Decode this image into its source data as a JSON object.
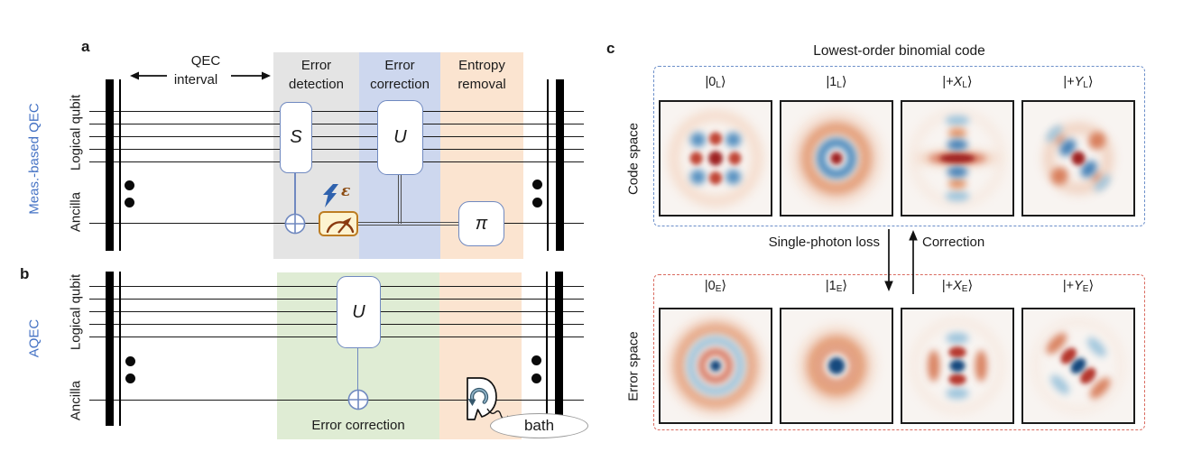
{
  "figure": {
    "panel_a": {
      "label": "a",
      "side_label": "Meas.-based QEC",
      "logical_label": "Logical qubit",
      "ancilla_label": "Ancilla",
      "interval_line1": "QEC",
      "interval_line2": "interval",
      "phase1_line1": "Error",
      "phase1_line2": "detection",
      "phase2_line1": "Error",
      "phase2_line2": "correction",
      "phase3_line1": "Entropy",
      "phase3_line2": "removal",
      "gate_s": "S",
      "gate_u": "U",
      "gate_pi": "π",
      "error_symbol": "ε"
    },
    "panel_b": {
      "label": "b",
      "side_label": "AQEC",
      "logical_label": "Logical qubit",
      "ancilla_label": "Ancilla",
      "gate_u": "U",
      "phase_label": "Error correction",
      "bath_label": "bath"
    },
    "panel_c": {
      "label": "c",
      "title": "Lowest-order binomial code",
      "code_space_label": "Code space",
      "error_space_label": "Error space",
      "loss_label": "Single-photon loss",
      "correction_label": "Correction",
      "code_states": [
        {
          "open": "|",
          "state": "0",
          "sub": "L",
          "close": "⟩",
          "pattern": "red peak grid with blue corner lobes and faint orange halo"
        },
        {
          "open": "|",
          "state": "1",
          "sub": "L",
          "close": "⟩",
          "pattern": "red center dot, blue ring, orange outer ring"
        },
        {
          "open": "|+",
          "state": "X",
          "sub": "L",
          "close": "⟩",
          "pattern": "horizontal red ridge with alternating blue/red lobes above and below"
        },
        {
          "open": "|+",
          "state": "Y",
          "sub": "L",
          "close": "⟩",
          "pattern": "same interference pattern rotated 45 degrees"
        }
      ],
      "error_states": [
        {
          "open": "|",
          "state": "0",
          "sub": "E",
          "close": "⟩",
          "pattern": "blue center dot with red, light-blue and orange concentric rings"
        },
        {
          "open": "|",
          "state": "1",
          "sub": "E",
          "close": "⟩",
          "pattern": "blue center blob with orange ring"
        },
        {
          "open": "|+",
          "state": "X",
          "sub": "E",
          "close": "⟩",
          "pattern": "vertical alternating red/blue lobes with red side crescents"
        },
        {
          "open": "|+",
          "state": "Y",
          "sub": "E",
          "close": "⟩",
          "pattern": "same pattern rotated 45 degrees"
        }
      ]
    },
    "colors": {
      "accent_blue": "#4472c4",
      "gate_border": "#7089c0",
      "region_gray": "#e4e4e4",
      "region_blue": "#cdd7ee",
      "region_orange": "#fbe4d0",
      "region_green": "#dfecd4",
      "meas_fill": "#fdf3d0",
      "meas_border": "#bd7d22",
      "code_box_border": "#6b8ec9",
      "error_box_border": "#d96a5f",
      "wigner_red": "#a62a28",
      "wigner_blue": "#1d5d9e"
    }
  }
}
